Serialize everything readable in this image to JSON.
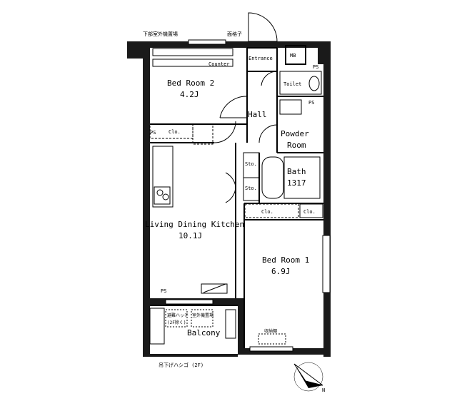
{
  "rooms": {
    "bedroom2": {
      "name": "Bed Room 2",
      "size": "4.2J"
    },
    "hall": {
      "name": "Hall"
    },
    "powder": {
      "line1": "Powder",
      "line2": "Room"
    },
    "bath": {
      "name": "Bath",
      "size": "1317"
    },
    "ldk": {
      "name": "Living Dining Kitchen",
      "size": "10.1J"
    },
    "bedroom1": {
      "name": "Bed Room 1",
      "size": "6.9J"
    },
    "balcony": {
      "name": "Balcony"
    }
  },
  "labels": {
    "entrance": "Entrance",
    "toilet": "Toilet",
    "mb": "MB",
    "counter": "Counter",
    "ps": "PS",
    "clo": "Clo.",
    "sto": "Sto.",
    "top_left_note": "下部室外機置場",
    "top_right_note": "面格子",
    "bottom_note": "吊下げハシゴ (2F)",
    "balcony_note1": "避難ハッチ",
    "balcony_note2": "(2F除く)",
    "balcony_note3": "室外機置場",
    "closet_note": "収納棚"
  },
  "compass": {
    "letter": "N"
  },
  "colors": {
    "wall": "#1a1a1a",
    "line": "#000000",
    "background": "#ffffff"
  }
}
